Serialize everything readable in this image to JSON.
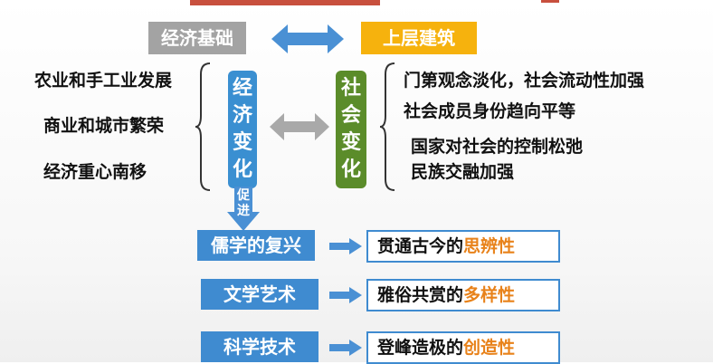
{
  "header": {
    "left_label": "经济基础",
    "right_label": "上层建筑"
  },
  "left_list": [
    "农业和手工业发展",
    "商业和城市繁荣",
    "经济重心南移"
  ],
  "center": {
    "economic_change": [
      "经",
      "济",
      "变",
      "化"
    ],
    "social_change": [
      "社",
      "会",
      "变",
      "化"
    ],
    "promote": [
      "促",
      "进"
    ]
  },
  "right_list": [
    "门第观念淡化，社会流动性加强",
    "社会成员身份趋向平等",
    "国家对社会的控制松弛",
    "民族交融加强"
  ],
  "rows": [
    {
      "label": "儒学的复兴",
      "result_prefix": "贯通古今的",
      "result_highlight": "思辨性"
    },
    {
      "label": "文学艺术",
      "result_prefix": "雅俗共赏的",
      "result_highlight": "多样性"
    },
    {
      "label": "科学技术",
      "result_prefix": "登峰造极的",
      "result_highlight": "创造性"
    }
  ],
  "colors": {
    "blue": "#3f8bd0",
    "green": "#5b8c2a",
    "yellow": "#f6b20d",
    "gray": "#a3a3a3",
    "orange_text": "#e8821a",
    "arrow_gray": "#a9a9a9"
  }
}
